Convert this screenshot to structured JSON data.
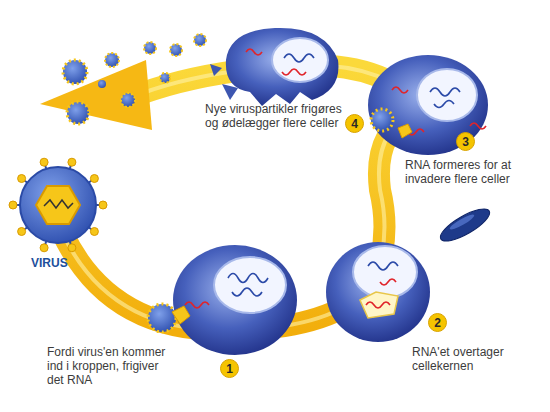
{
  "diagram": {
    "nodes": [
      {
        "text": [
          "4"
        ]
      },
      {
        "text": [
          "3"
        ]
      },
      {
        "text": [
          "2"
        ]
      },
      {
        "text": [
          "1"
        ]
      }
    ],
    "labels": [
      "Nye viruspartikler frigøres og ødelægger flere celler",
      "RNA formeres for at invadere flere celler",
      "RNA'et overtager cellekernen",
      "Fordi virus'en kommer ind i kroppen, frigiver det RNA",
      "VIRUS"
    ]
  }
}
